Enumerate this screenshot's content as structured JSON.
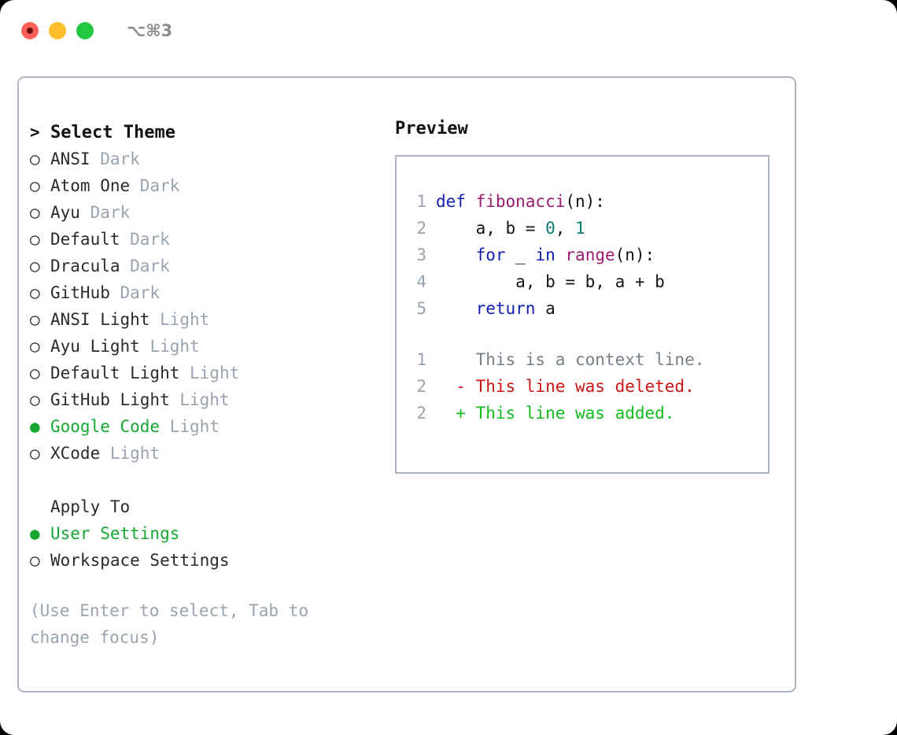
{
  "titlebar": {
    "shortcut": "⌥⌘3",
    "buttons": [
      {
        "name": "close",
        "color": "#ff6059"
      },
      {
        "name": "minimize",
        "color": "#ffbd2e"
      },
      {
        "name": "maximize",
        "color": "#23c840"
      }
    ]
  },
  "colors": {
    "selected_green": "#16a832",
    "muted": "#9aa3b0",
    "border": "#aeb6c2",
    "keyword": "#1320b0",
    "function": "#9b1b6e",
    "number": "#0d7a72",
    "diff_add": "#14bd1f",
    "diff_del": "#cc1616",
    "diff_ctx": "#777f88"
  },
  "theme_picker": {
    "heading": "Select Theme",
    "heading_marker": ">",
    "marker_unselected": "○",
    "marker_selected": "●",
    "items": [
      {
        "name": "ANSI",
        "variant": "Dark",
        "selected": false
      },
      {
        "name": "Atom One",
        "variant": "Dark",
        "selected": false
      },
      {
        "name": "Ayu",
        "variant": "Dark",
        "selected": false
      },
      {
        "name": "Default",
        "variant": "Dark",
        "selected": false
      },
      {
        "name": "Dracula",
        "variant": "Dark",
        "selected": false
      },
      {
        "name": "GitHub",
        "variant": "Dark",
        "selected": false
      },
      {
        "name": "ANSI Light",
        "variant": "Light",
        "selected": false
      },
      {
        "name": "Ayu Light",
        "variant": "Light",
        "selected": false
      },
      {
        "name": "Default Light",
        "variant": "Light",
        "selected": false
      },
      {
        "name": "GitHub Light",
        "variant": "Light",
        "selected": false
      },
      {
        "name": "Google Code",
        "variant": "Light",
        "selected": true
      },
      {
        "name": "XCode",
        "variant": "Light",
        "selected": false
      }
    ]
  },
  "apply_to": {
    "label": "Apply To",
    "items": [
      {
        "name": "User Settings",
        "selected": true
      },
      {
        "name": "Workspace Settings",
        "selected": false
      }
    ]
  },
  "hint": "(Use Enter to select, Tab to change focus)",
  "preview": {
    "title": "Preview",
    "code": [
      {
        "no": "1",
        "tokens": [
          {
            "t": "def ",
            "c": "kw"
          },
          {
            "t": "fibonacci",
            "c": "fn"
          },
          {
            "t": "(n):",
            "c": "txt"
          }
        ]
      },
      {
        "no": "2",
        "tokens": [
          {
            "t": "    a, b = ",
            "c": "txt"
          },
          {
            "t": "0",
            "c": "num"
          },
          {
            "t": ", ",
            "c": "txt"
          },
          {
            "t": "1",
            "c": "num"
          }
        ]
      },
      {
        "no": "3",
        "tokens": [
          {
            "t": "    ",
            "c": "txt"
          },
          {
            "t": "for",
            "c": "kw"
          },
          {
            "t": " _ ",
            "c": "txt"
          },
          {
            "t": "in",
            "c": "kw"
          },
          {
            "t": " ",
            "c": "txt"
          },
          {
            "t": "range",
            "c": "fn"
          },
          {
            "t": "(n):",
            "c": "txt"
          }
        ]
      },
      {
        "no": "4",
        "tokens": [
          {
            "t": "        a, b = b, a + b",
            "c": "txt"
          }
        ]
      },
      {
        "no": "5",
        "tokens": [
          {
            "t": "    ",
            "c": "txt"
          },
          {
            "t": "return",
            "c": "kw"
          },
          {
            "t": " a",
            "c": "txt"
          }
        ]
      }
    ],
    "diff": [
      {
        "no": "1",
        "marker": " ",
        "text": "This is a context line.",
        "kind": "ctx"
      },
      {
        "no": "2",
        "marker": "-",
        "text": "This line was deleted.",
        "kind": "del"
      },
      {
        "no": "2",
        "marker": "+",
        "text": "This line was added.",
        "kind": "add"
      }
    ]
  }
}
